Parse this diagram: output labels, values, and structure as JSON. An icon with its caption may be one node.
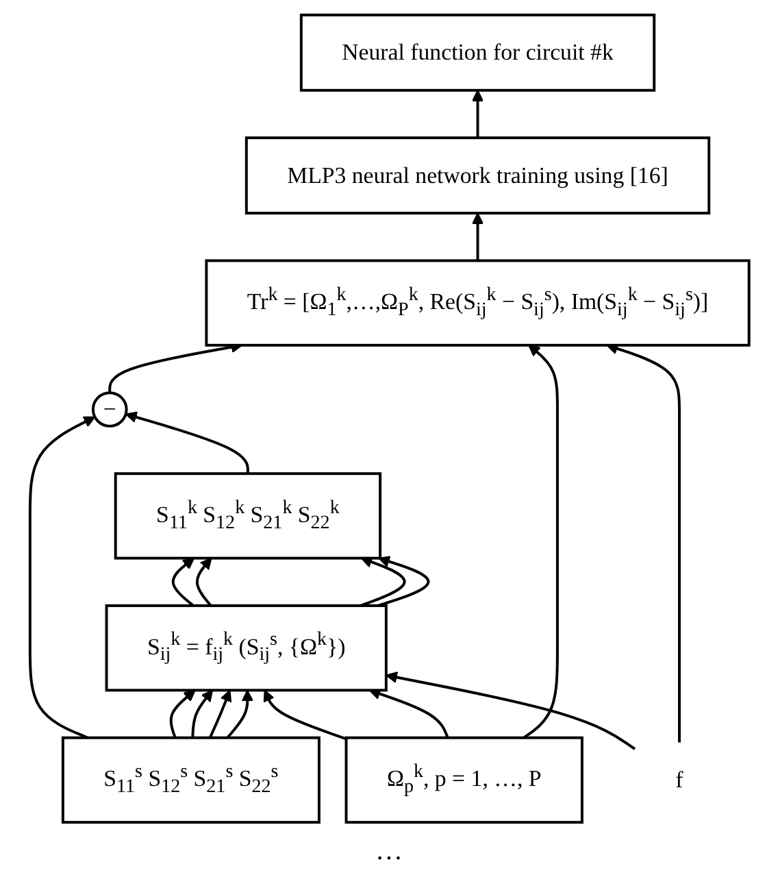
{
  "diagram": {
    "nodes": [
      {
        "text": [
          "Neural function for circuit #k"
        ]
      },
      {
        "text": [
          "MLP3 neural network training using [16]"
        ]
      },
      {
        "text": [
          "Tr$^{k}$ = [Ω$_{1}$$^{k}$,…,Ω$_{P}$$^{k}$, Re(S$_{ij}$$^{k}$ − S$_{ij}$$^{s}$), Im(S$_{ij}$$^{k}$ − S$_{ij}$$^{s}$)]"
        ]
      },
      {
        "text": [
          "−"
        ]
      },
      {
        "text": [
          "S$_{11}$$^{k}$ S$_{12}$$^{k}$ S$_{21}$$^{k}$ S$_{22}$$^{k}$"
        ]
      },
      {
        "text": [
          "S$_{ij}$$^{k}$ = f$_{ij}$$^{k}$ (S$_{ij}$$^{s}$, {Ω$^{k}$})"
        ]
      },
      {
        "text": [
          "S$_{11}$$^{s}$ S$_{12}$$^{s}$ S$_{21}$$^{s}$ S$_{22}$$^{s}$"
        ]
      },
      {
        "text": [
          "Ω$_{p}$$^{k}$, p = 1, …, P"
        ]
      },
      {
        "text": [
          "f"
        ]
      }
    ],
    "edges": [
      {
        "from": 1,
        "to": 0,
        "arrow": "to"
      },
      {
        "from": 2,
        "to": 1,
        "arrow": "to"
      },
      {
        "from": 3,
        "to": 2,
        "arrow": "to"
      },
      {
        "from": 4,
        "to": 3,
        "arrow": "to"
      },
      {
        "from": 6,
        "to": 3,
        "arrow": "to"
      },
      {
        "from": 5,
        "to": 4,
        "arrow": "to"
      },
      {
        "from": 5,
        "to": 4,
        "arrow": "to"
      },
      {
        "from": 5,
        "to": 4,
        "arrow": "to"
      },
      {
        "from": 5,
        "to": 4,
        "arrow": "to"
      },
      {
        "from": 6,
        "to": 5,
        "arrow": "to"
      },
      {
        "from": 6,
        "to": 5,
        "arrow": "to"
      },
      {
        "from": 6,
        "to": 5,
        "arrow": "to"
      },
      {
        "from": 6,
        "to": 5,
        "arrow": "to"
      },
      {
        "from": 7,
        "to": 5,
        "arrow": "to"
      },
      {
        "from": 7,
        "to": 5,
        "arrow": "to"
      },
      {
        "from": 8,
        "to": 5,
        "arrow": "to"
      },
      {
        "from": 7,
        "to": 2,
        "arrow": "to"
      },
      {
        "from": 8,
        "to": 2,
        "arrow": "to"
      }
    ],
    "labels": [
      "…"
    ]
  }
}
